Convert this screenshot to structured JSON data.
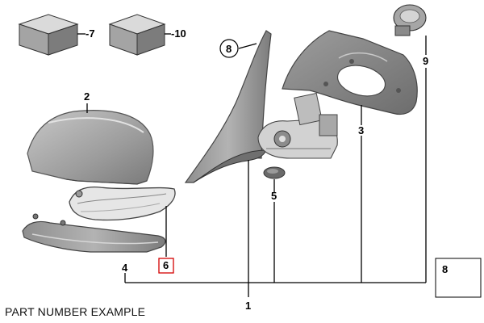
{
  "callouts": {
    "c1": "1",
    "c2": "2",
    "c3": "3",
    "c4": "4",
    "c5": "5",
    "c6": "6",
    "c7": "-7",
    "c8_circle": "8",
    "c8_box": "8",
    "c9": "9",
    "c10": "-10"
  },
  "caption": "PART NUMBER EXAMPLE",
  "caption_sub": "",
  "colors": {
    "part_fill": "#9a9a9a",
    "part_light": "#c4c4c4",
    "part_dark": "#5e5e5e",
    "highlight_box": "#d40000"
  }
}
